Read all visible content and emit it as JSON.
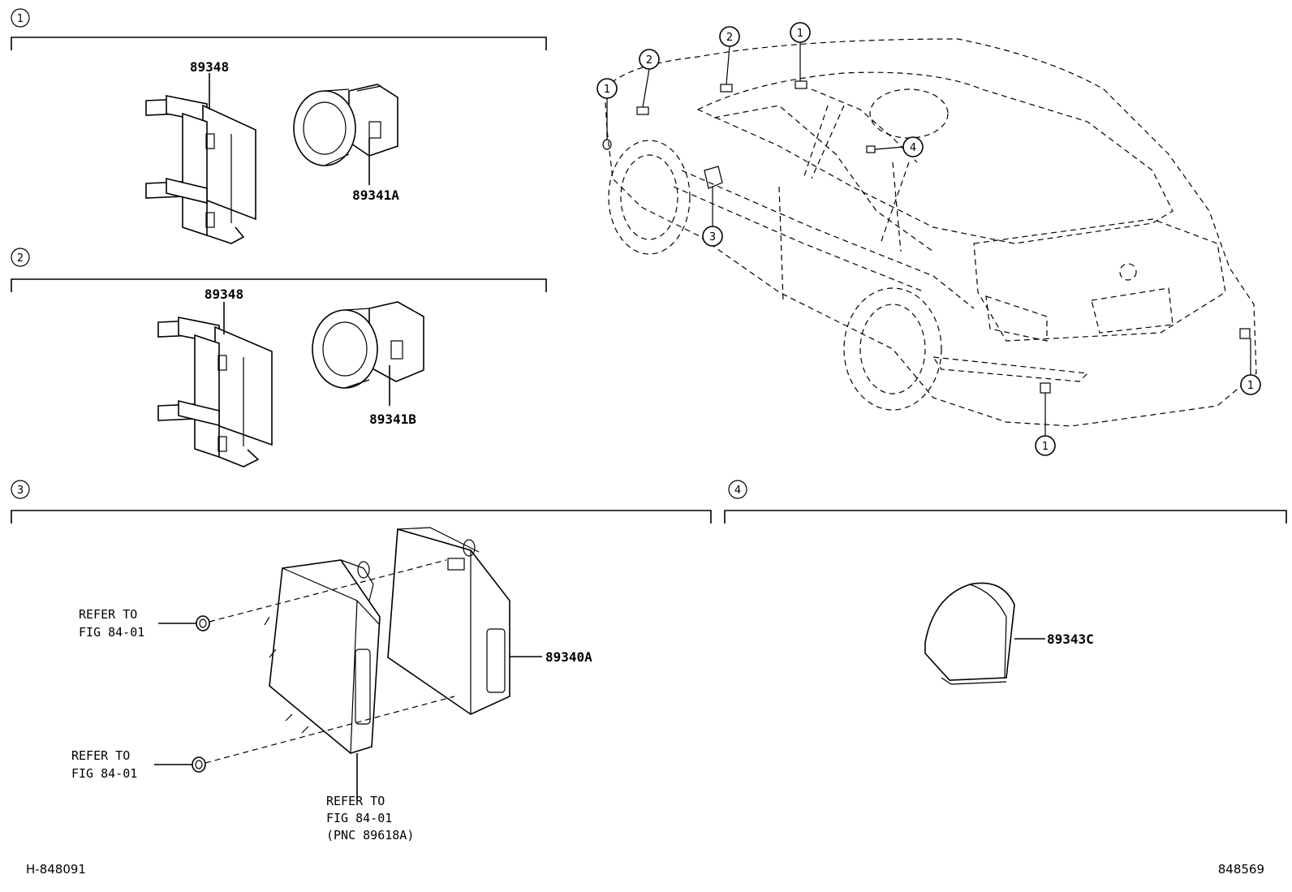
{
  "sections": [
    {
      "number": "1",
      "bracket": true
    },
    {
      "number": "2",
      "bracket": true
    },
    {
      "number": "3",
      "bracket": true
    },
    {
      "number": "4",
      "bracket": true
    }
  ],
  "parts": {
    "clip_1": "89348",
    "sensor_a": "89341A",
    "clip_2": "89348",
    "sensor_b": "89341B",
    "ecu": "89340A",
    "buzzer": "89343C"
  },
  "references": {
    "ref_top": {
      "line1": "REFER TO",
      "line2": "FIG 84-01"
    },
    "ref_bottom": {
      "line1": "REFER TO",
      "line2": "FIG 84-01"
    },
    "ref_ecu": {
      "line1": "REFER TO",
      "line2": "FIG 84-01",
      "line3": "(PNC 89618A)"
    }
  },
  "car_callouts": [
    "1",
    "2",
    "2",
    "1",
    "4",
    "3",
    "1",
    "1"
  ],
  "footer": {
    "left_code": "H-848091",
    "right_code": "848569"
  }
}
